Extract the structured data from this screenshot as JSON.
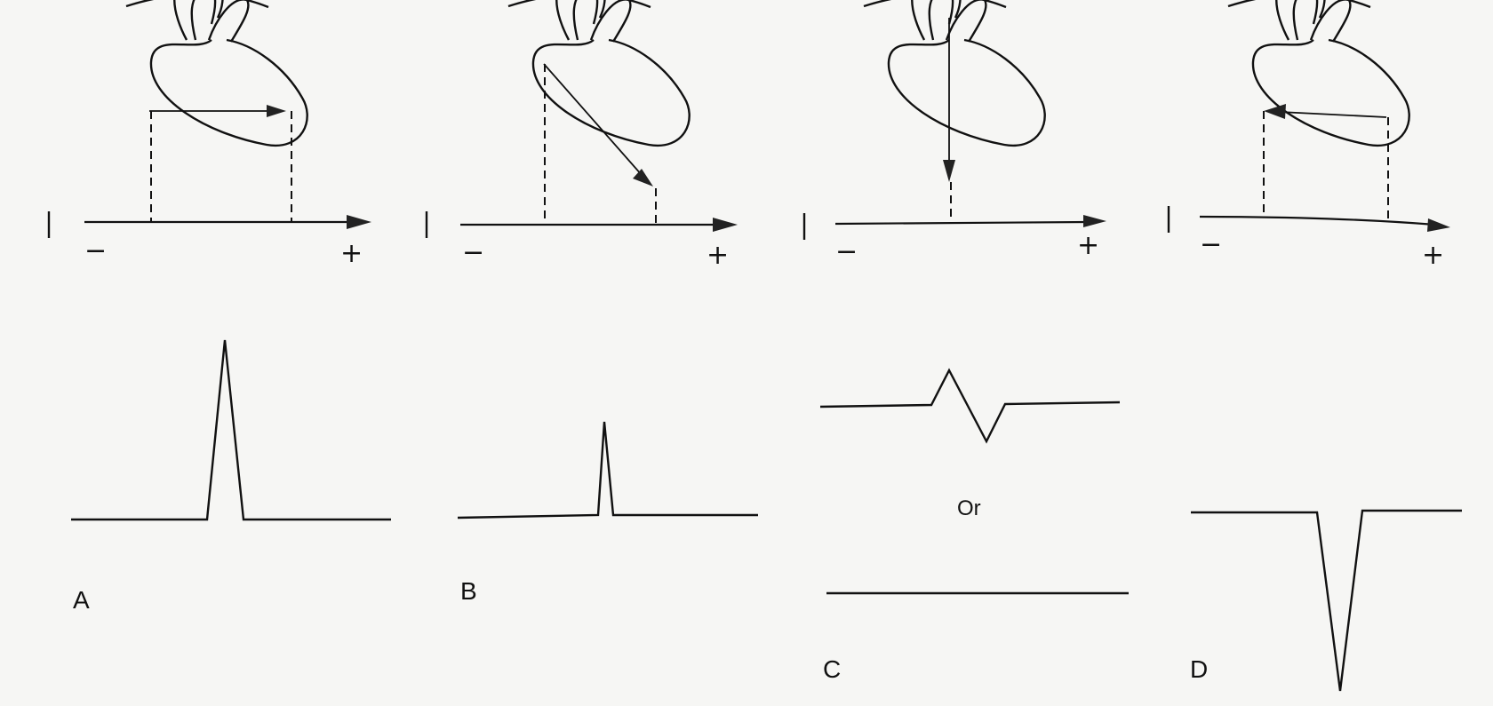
{
  "panels": [
    {
      "label": "A",
      "minus": "−",
      "plus": "+"
    },
    {
      "label": "B",
      "minus": "−",
      "plus": "+"
    },
    {
      "label": "C",
      "minus": "−",
      "plus": "+",
      "between_label": "Or"
    },
    {
      "label": "D",
      "minus": "−",
      "plus": "+"
    }
  ],
  "colors": {
    "ink": "#111111",
    "paper": "#f6f6f4"
  },
  "icons": [
    "heart-icon"
  ]
}
